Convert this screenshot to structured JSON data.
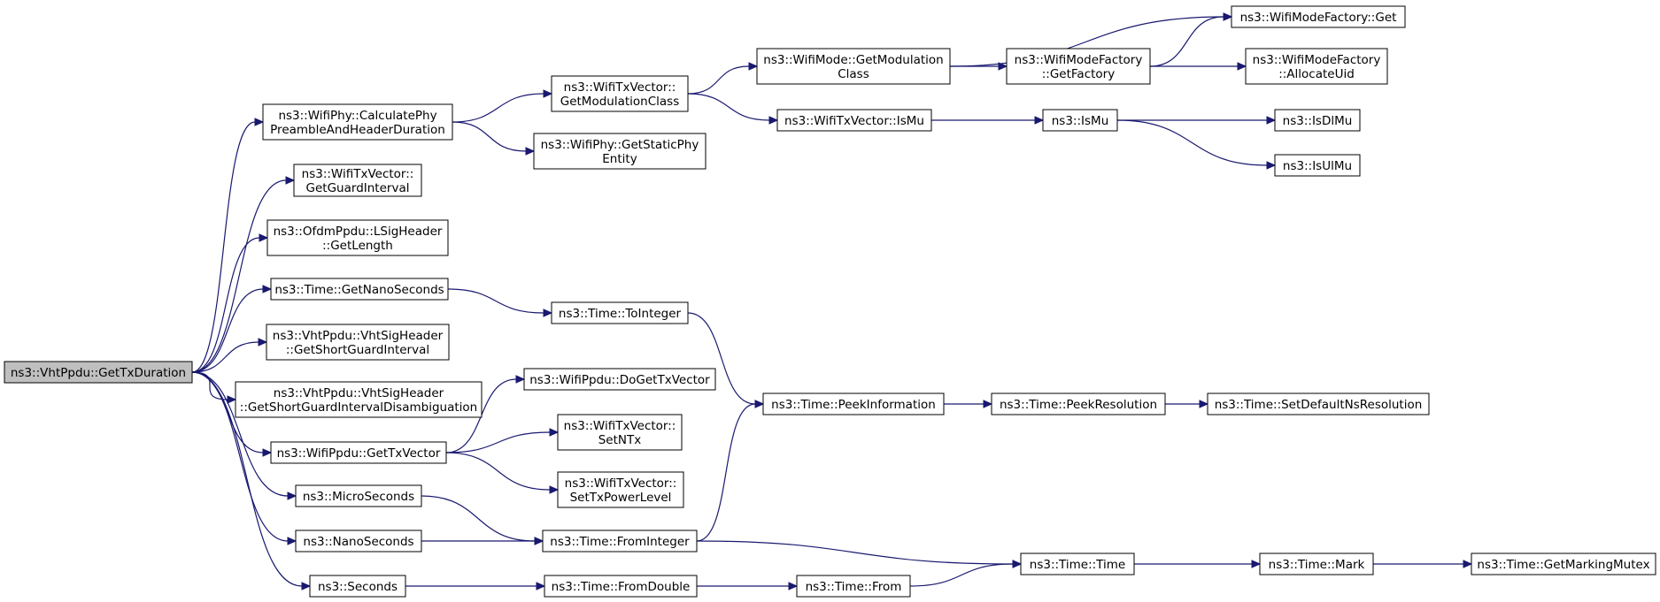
{
  "nodes": [
    {
      "id": "n0",
      "lines": [
        "ns3::VhtPpdu::GetTxDuration"
      ],
      "root": true
    },
    {
      "id": "n1",
      "lines": [
        "ns3::WifiPhy::CalculatePhy",
        "PreambleAndHeaderDuration"
      ]
    },
    {
      "id": "n2",
      "lines": [
        "ns3::WifiTxVector::",
        "GetGuardInterval"
      ]
    },
    {
      "id": "n3",
      "lines": [
        "ns3::OfdmPpdu::LSigHeader",
        "::GetLength"
      ]
    },
    {
      "id": "n4",
      "lines": [
        "ns3::Time::GetNanoSeconds"
      ]
    },
    {
      "id": "n5",
      "lines": [
        "ns3::VhtPpdu::VhtSigHeader",
        "::GetShortGuardInterval"
      ]
    },
    {
      "id": "n6",
      "lines": [
        "ns3::VhtPpdu::VhtSigHeader",
        "::GetShortGuardIntervalDisambiguation"
      ]
    },
    {
      "id": "n7",
      "lines": [
        "ns3::WifiPpdu::GetTxVector"
      ]
    },
    {
      "id": "n8",
      "lines": [
        "ns3::MicroSeconds"
      ]
    },
    {
      "id": "n9",
      "lines": [
        "ns3::NanoSeconds"
      ]
    },
    {
      "id": "n10",
      "lines": [
        "ns3::Seconds"
      ]
    },
    {
      "id": "n11",
      "lines": [
        "ns3::WifiTxVector::",
        "GetModulationClass"
      ]
    },
    {
      "id": "n12",
      "lines": [
        "ns3::WifiPhy::GetStaticPhy",
        "Entity"
      ]
    },
    {
      "id": "n13",
      "lines": [
        "ns3::Time::ToInteger"
      ]
    },
    {
      "id": "n14",
      "lines": [
        "ns3::WifiPpdu::DoGetTxVector"
      ]
    },
    {
      "id": "n15",
      "lines": [
        "ns3::WifiTxVector::",
        "SetNTx"
      ]
    },
    {
      "id": "n16",
      "lines": [
        "ns3::WifiTxVector::",
        "SetTxPowerLevel"
      ]
    },
    {
      "id": "n17",
      "lines": [
        "ns3::Time::FromInteger"
      ]
    },
    {
      "id": "n18",
      "lines": [
        "ns3::Time::FromDouble"
      ]
    },
    {
      "id": "n19",
      "lines": [
        "ns3::WifiMode::GetModulation",
        "Class"
      ]
    },
    {
      "id": "n20",
      "lines": [
        "ns3::WifiTxVector::IsMu"
      ]
    },
    {
      "id": "n21",
      "lines": [
        "ns3::Time::PeekInformation"
      ]
    },
    {
      "id": "n22",
      "lines": [
        "ns3::Time::From"
      ]
    },
    {
      "id": "n23",
      "lines": [
        "ns3::WifiModeFactory",
        "::GetFactory"
      ]
    },
    {
      "id": "n24",
      "lines": [
        "ns3::IsMu"
      ]
    },
    {
      "id": "n25",
      "lines": [
        "ns3::Time::PeekResolution"
      ]
    },
    {
      "id": "n26",
      "lines": [
        "ns3::Time::Time"
      ]
    },
    {
      "id": "n27",
      "lines": [
        "ns3::WifiModeFactory::Get"
      ]
    },
    {
      "id": "n28",
      "lines": [
        "ns3::WifiModeFactory",
        "::AllocateUid"
      ]
    },
    {
      "id": "n29",
      "lines": [
        "ns3::IsDlMu"
      ]
    },
    {
      "id": "n30",
      "lines": [
        "ns3::IsUlMu"
      ]
    },
    {
      "id": "n31",
      "lines": [
        "ns3::Time::SetDefaultNsResolution"
      ]
    },
    {
      "id": "n32",
      "lines": [
        "ns3::Time::Mark"
      ]
    },
    {
      "id": "n33",
      "lines": [
        "ns3::Time::GetMarkingMutex"
      ]
    }
  ],
  "edges": [
    [
      "n0",
      "n1"
    ],
    [
      "n0",
      "n2"
    ],
    [
      "n0",
      "n3"
    ],
    [
      "n0",
      "n4"
    ],
    [
      "n0",
      "n5"
    ],
    [
      "n0",
      "n6"
    ],
    [
      "n0",
      "n7"
    ],
    [
      "n0",
      "n8"
    ],
    [
      "n0",
      "n9"
    ],
    [
      "n0",
      "n10"
    ],
    [
      "n1",
      "n11"
    ],
    [
      "n1",
      "n12"
    ],
    [
      "n4",
      "n13"
    ],
    [
      "n7",
      "n14"
    ],
    [
      "n7",
      "n15"
    ],
    [
      "n7",
      "n16"
    ],
    [
      "n8",
      "n17"
    ],
    [
      "n9",
      "n17"
    ],
    [
      "n10",
      "n18"
    ],
    [
      "n11",
      "n19"
    ],
    [
      "n11",
      "n20"
    ],
    [
      "n13",
      "n21"
    ],
    [
      "n17",
      "n21"
    ],
    [
      "n17",
      "n26"
    ],
    [
      "n18",
      "n22"
    ],
    [
      "n19",
      "n27"
    ],
    [
      "n19",
      "n23"
    ],
    [
      "n20",
      "n24"
    ],
    [
      "n21",
      "n25"
    ],
    [
      "n22",
      "n26"
    ],
    [
      "n23",
      "n27"
    ],
    [
      "n23",
      "n28"
    ],
    [
      "n24",
      "n29"
    ],
    [
      "n24",
      "n30"
    ],
    [
      "n25",
      "n31"
    ],
    [
      "n26",
      "n32"
    ],
    [
      "n32",
      "n33"
    ]
  ],
  "colors": {
    "edge": "#191970",
    "root_fill": "#bfbfbf",
    "node_fill": "#ffffff",
    "border": "#000000"
  }
}
